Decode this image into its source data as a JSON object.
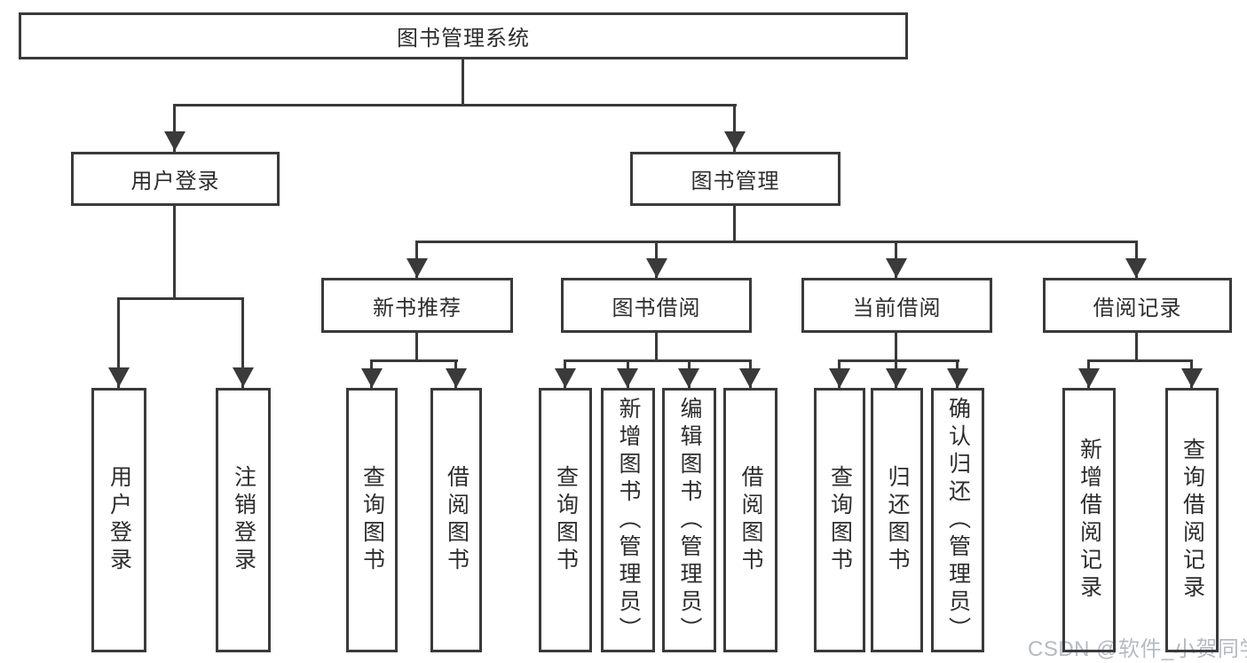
{
  "root": {
    "label": "图书管理系统"
  },
  "level2": [
    {
      "label": "用户登录"
    },
    {
      "label": "图书管理"
    }
  ],
  "level3": [
    {
      "label": "新书推荐"
    },
    {
      "label": "图书借阅"
    },
    {
      "label": "当前借阅"
    },
    {
      "label": "借阅记录"
    }
  ],
  "leaves": {
    "user_login": [
      {
        "label": "用户登录"
      },
      {
        "label": "注销登录"
      }
    ],
    "new_book_recommend": [
      {
        "label": "查询图书"
      },
      {
        "label": "借阅图书"
      }
    ],
    "book_borrow": [
      {
        "label": "查询图书"
      },
      {
        "label": "新增图书（管理员）"
      },
      {
        "label": "编辑图书（管理员）"
      },
      {
        "label": "借阅图书"
      }
    ],
    "current_borrow": [
      {
        "label": "查询图书"
      },
      {
        "label": "归还图书"
      },
      {
        "label": "确认归还（管理员）"
      }
    ],
    "borrow_records": [
      {
        "label": "新增借阅记录"
      },
      {
        "label": "查询借阅记录"
      }
    ]
  },
  "watermark": {
    "text": "CSDN @软件_小贺同学"
  },
  "colors": {
    "line": "#3a3a3a",
    "text": "#2d2d2d",
    "watermark": "#b6bac1",
    "background": "#ffffff"
  }
}
